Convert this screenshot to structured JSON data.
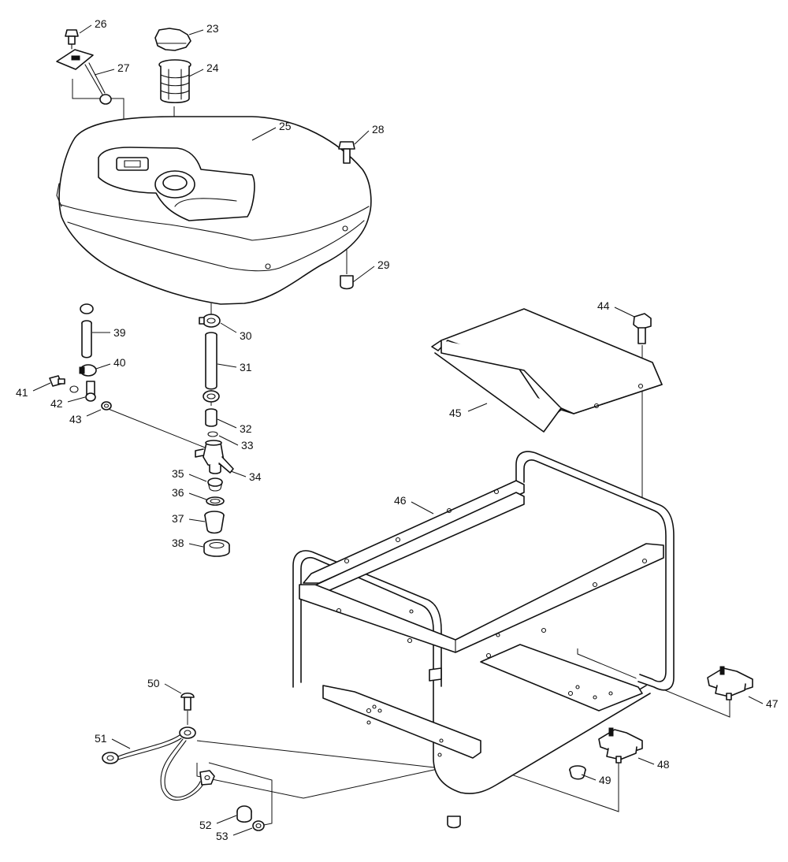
{
  "callouts": [
    {
      "id": "p26",
      "text": "26"
    },
    {
      "id": "p23",
      "text": "23"
    },
    {
      "id": "p27",
      "text": "27"
    },
    {
      "id": "p24",
      "text": "24"
    },
    {
      "id": "p25",
      "text": "25"
    },
    {
      "id": "p28",
      "text": "28"
    },
    {
      "id": "p29",
      "text": "29"
    },
    {
      "id": "p30",
      "text": "30"
    },
    {
      "id": "p39",
      "text": "39"
    },
    {
      "id": "p31",
      "text": "31"
    },
    {
      "id": "p40",
      "text": "40"
    },
    {
      "id": "p41",
      "text": "41"
    },
    {
      "id": "p42",
      "text": "42"
    },
    {
      "id": "p43",
      "text": "43"
    },
    {
      "id": "p32",
      "text": "32"
    },
    {
      "id": "p33",
      "text": "33"
    },
    {
      "id": "p34",
      "text": "34"
    },
    {
      "id": "p35",
      "text": "35"
    },
    {
      "id": "p36",
      "text": "36"
    },
    {
      "id": "p37",
      "text": "37"
    },
    {
      "id": "p38",
      "text": "38"
    },
    {
      "id": "p44",
      "text": "44"
    },
    {
      "id": "p45",
      "text": "45"
    },
    {
      "id": "p46",
      "text": "46"
    },
    {
      "id": "p47",
      "text": "47"
    },
    {
      "id": "p48",
      "text": "48"
    },
    {
      "id": "p49",
      "text": "49"
    },
    {
      "id": "p50",
      "text": "50"
    },
    {
      "id": "p51",
      "text": "51"
    },
    {
      "id": "p52",
      "text": "52"
    },
    {
      "id": "p53",
      "text": "53"
    }
  ]
}
